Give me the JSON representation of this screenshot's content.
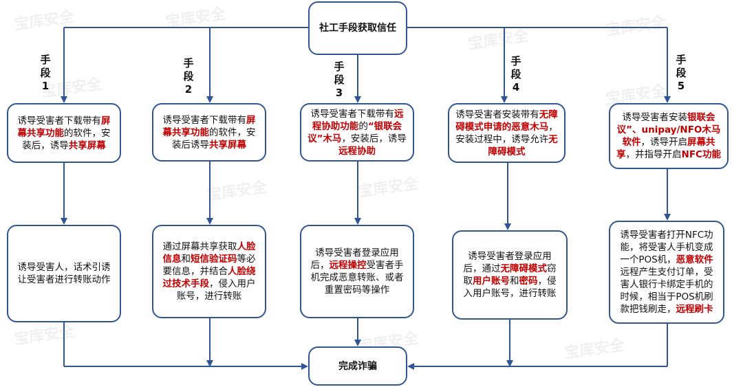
{
  "watermark": "宝库安全",
  "top": {
    "text": "社工手段获取信任"
  },
  "bottom": {
    "text": "完成诈骗"
  },
  "steps": [
    {
      "label": [
        "手",
        "段",
        "1"
      ],
      "upper": [
        {
          "t": "诱导受害者下载带有",
          "r": false
        },
        {
          "t": "屏幕共享功能",
          "r": true
        },
        {
          "t": "的软件，安装后，诱导",
          "r": false
        },
        {
          "t": "共享屏幕",
          "r": true
        }
      ],
      "lower": [
        {
          "t": "诱导受害人，话术引诱让受害者进行转账动作",
          "r": false
        }
      ]
    },
    {
      "label": [
        "手",
        "段",
        "2"
      ],
      "upper": [
        {
          "t": "诱导受害者下载带有",
          "r": false
        },
        {
          "t": "屏幕共享功能",
          "r": true
        },
        {
          "t": "的软件，安装后诱导",
          "r": false
        },
        {
          "t": "共享屏幕",
          "r": true
        }
      ],
      "lower": [
        {
          "t": "通过屏幕共享获取",
          "r": false
        },
        {
          "t": "人脸信息",
          "r": true
        },
        {
          "t": "和",
          "r": false
        },
        {
          "t": "短信验证码",
          "r": true
        },
        {
          "t": "等必要信息，并结合",
          "r": false
        },
        {
          "t": "人脸绕过技术手段",
          "r": true
        },
        {
          "t": "，侵入用户账号，进行转账",
          "r": false
        }
      ]
    },
    {
      "label": [
        "手",
        "段",
        "3"
      ],
      "upper": [
        {
          "t": "诱导受害者下载带有",
          "r": false
        },
        {
          "t": "远程协助功能",
          "r": true
        },
        {
          "t": "的",
          "r": false
        },
        {
          "t": "“银联会议”木马",
          "r": true
        },
        {
          "t": "，安装后，诱导",
          "r": false
        },
        {
          "t": "远程协助",
          "r": true
        }
      ],
      "lower": [
        {
          "t": "诱导受害者登录应用后，",
          "r": false
        },
        {
          "t": "远程操控",
          "r": true
        },
        {
          "t": "受害者手机完成恶意转账、或者重置密码等操作",
          "r": false
        }
      ]
    },
    {
      "label": [
        "手",
        "段",
        "4"
      ],
      "upper": [
        {
          "t": "诱导受害者安装带有",
          "r": false
        },
        {
          "t": "无障碍模式申请的恶意木马",
          "r": true
        },
        {
          "t": "，安装过程中，诱导允许",
          "r": false
        },
        {
          "t": "无障碍模式",
          "r": true
        }
      ],
      "lower": [
        {
          "t": "诱导受害者登录应用后，通过",
          "r": false
        },
        {
          "t": "无障碍模式",
          "r": true
        },
        {
          "t": "窃取",
          "r": false
        },
        {
          "t": "用户账号",
          "r": true
        },
        {
          "t": "和",
          "r": false
        },
        {
          "t": "密码",
          "r": true
        },
        {
          "t": "，侵入用户账号，进行转账",
          "r": false
        }
      ]
    },
    {
      "label": [
        "手",
        "段",
        "5"
      ],
      "upper": [
        {
          "t": "诱导受害者安装",
          "r": false
        },
        {
          "t": "银联会议”、unipay/NFO木马软件",
          "r": true
        },
        {
          "t": "，诱导开启",
          "r": false
        },
        {
          "t": "屏幕共享",
          "r": true
        },
        {
          "t": "，并指导开启",
          "r": false
        },
        {
          "t": "NFC功能",
          "r": true
        }
      ],
      "lower": [
        {
          "t": "诱导受害者打开NFC功能，将受害人手机变成一个POS机，",
          "r": false
        },
        {
          "t": "恶意软件",
          "r": true
        },
        {
          "t": "远程产生支付订单，受害人银行卡绑定手机的时候，相当于POS机刷款把钱刷走，",
          "r": false
        },
        {
          "t": "远程刷卡",
          "r": true
        }
      ]
    }
  ]
}
